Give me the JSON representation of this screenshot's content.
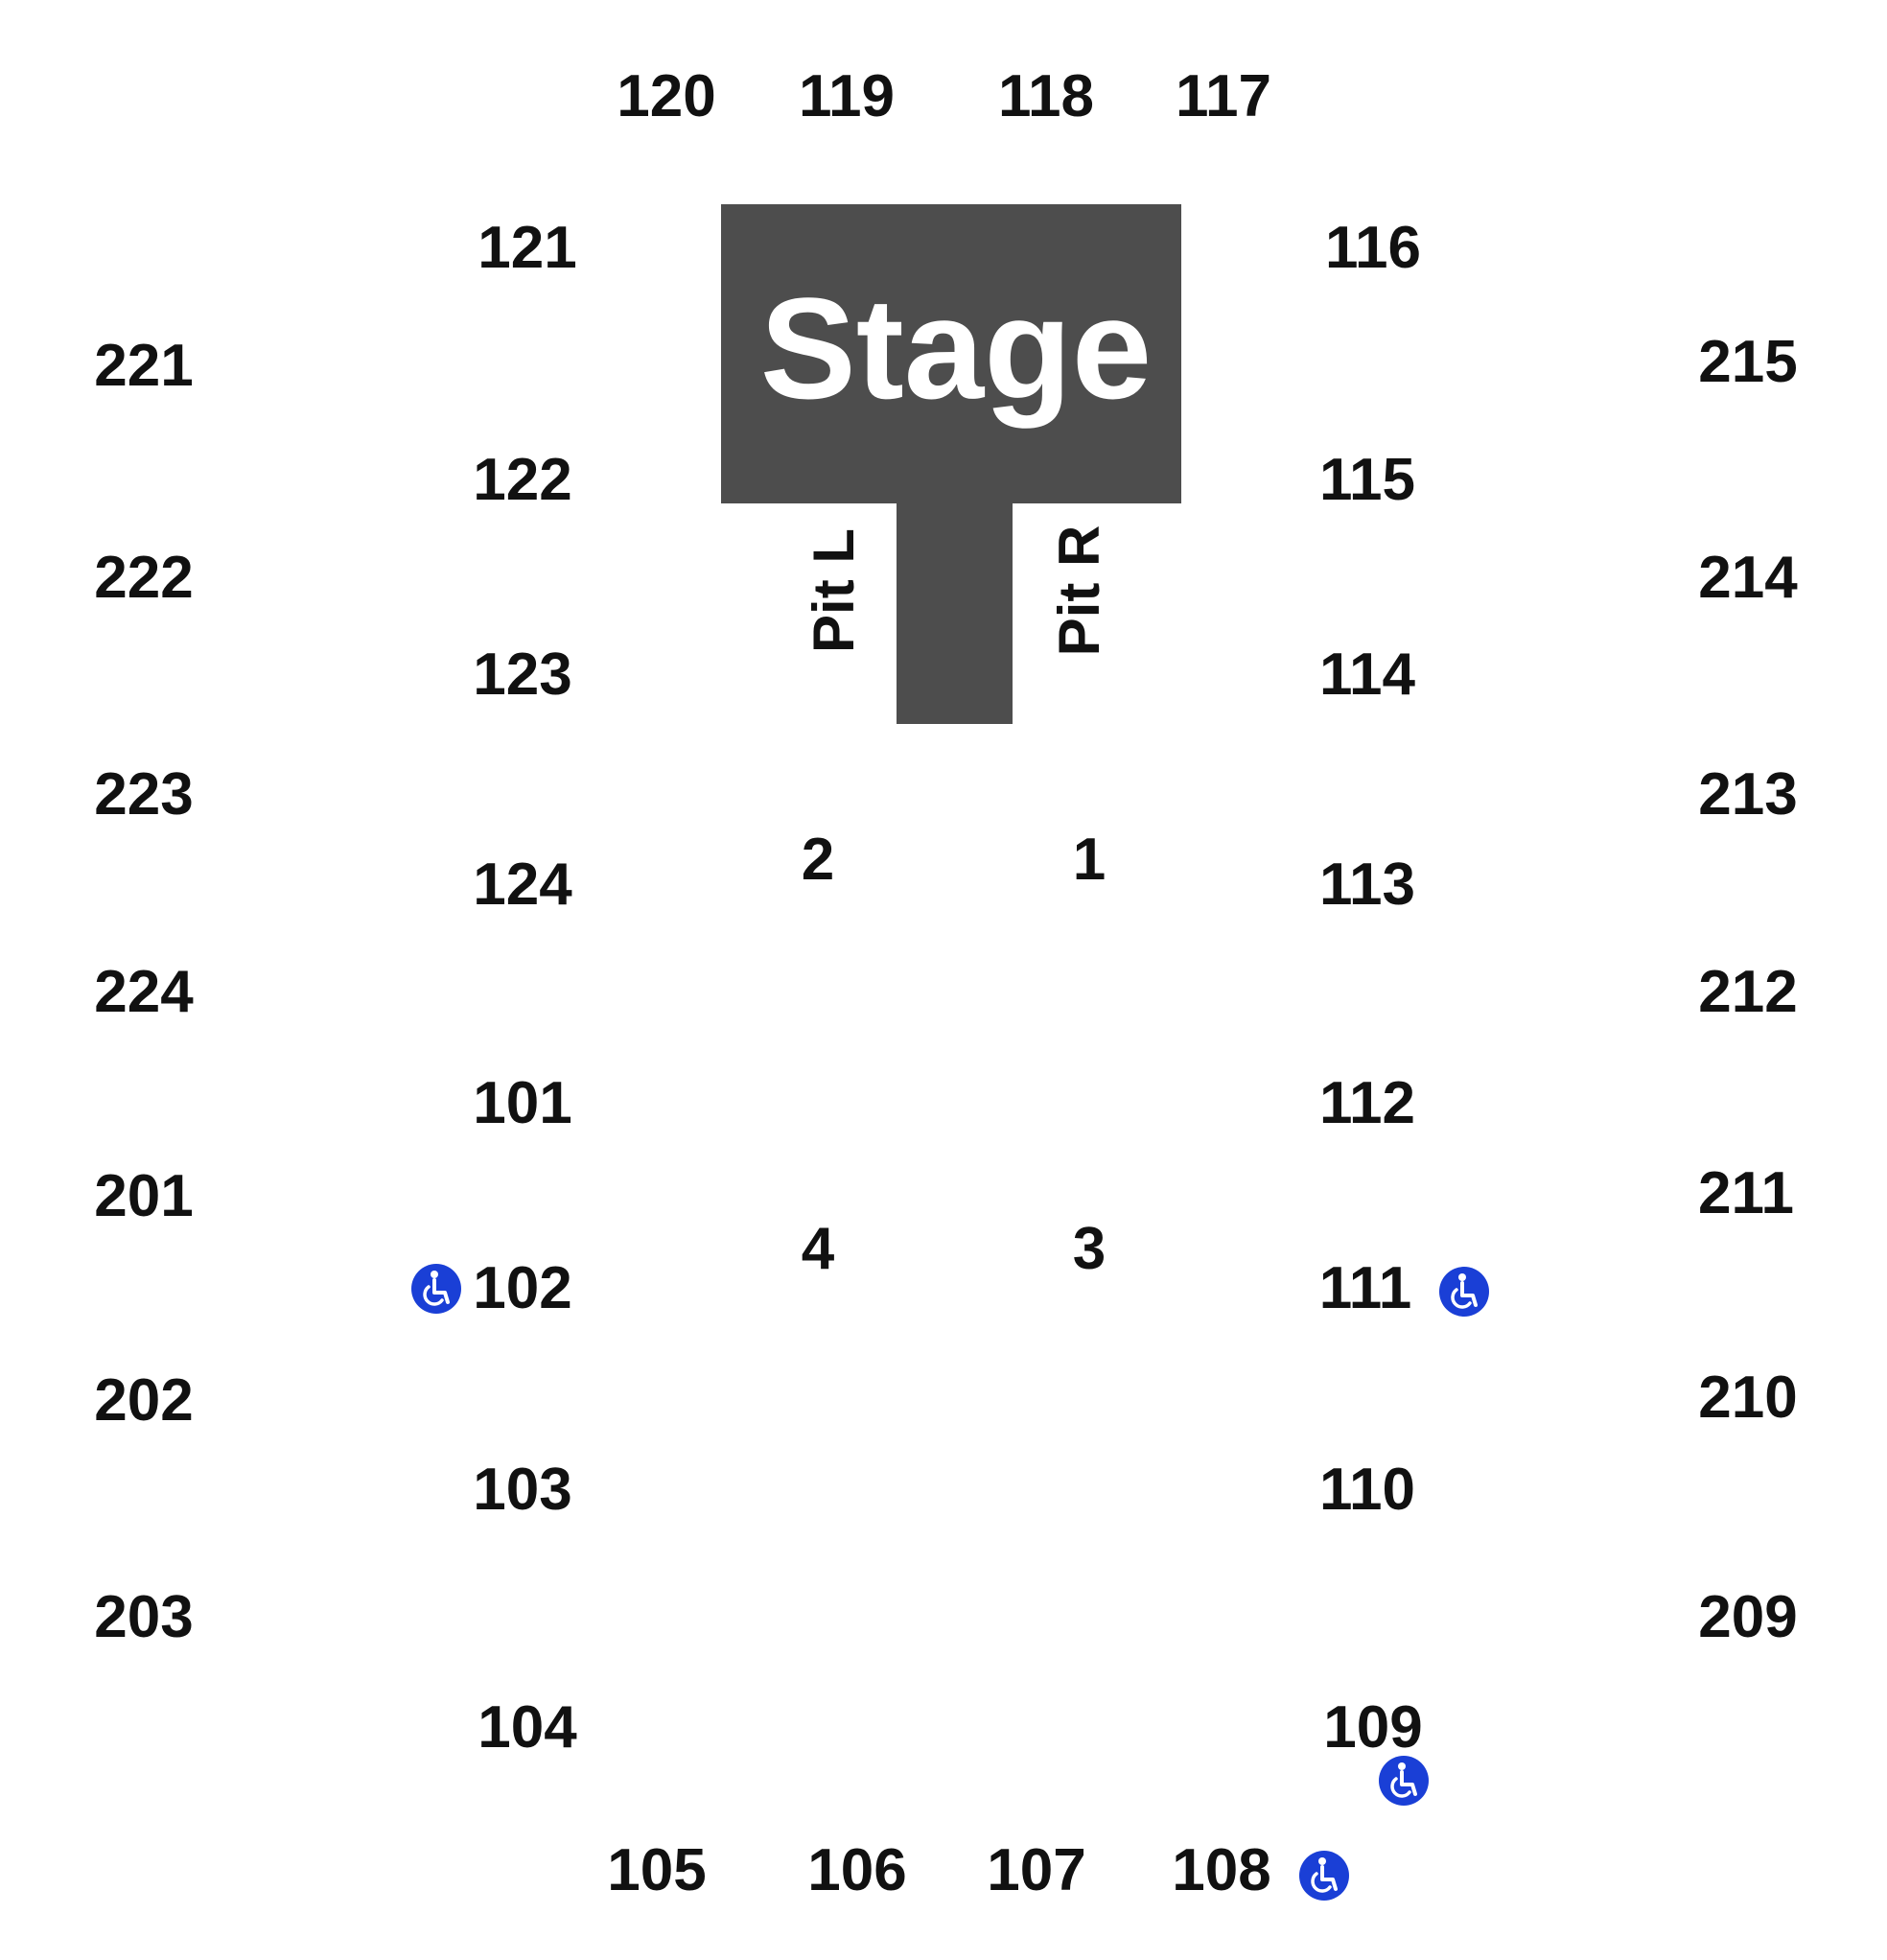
{
  "stage": {
    "label": "Stage",
    "color": "#4d4d4d",
    "label_color": "#ffffff"
  },
  "pits": {
    "left": "Pit L",
    "right": "Pit R"
  },
  "floor_sections": [
    "2",
    "1",
    "4",
    "3"
  ],
  "lower_sections": {
    "top": [
      "120",
      "119",
      "118",
      "117"
    ],
    "left": [
      "121",
      "122",
      "123",
      "124",
      "101",
      "102",
      "103",
      "104"
    ],
    "right": [
      "116",
      "115",
      "114",
      "113",
      "112",
      "111",
      "110",
      "109"
    ],
    "bottom": [
      "105",
      "106",
      "107",
      "108"
    ]
  },
  "upper_sections": {
    "left": [
      "221",
      "222",
      "223",
      "224",
      "201",
      "202",
      "203"
    ],
    "right": [
      "215",
      "214",
      "213",
      "212",
      "211",
      "210",
      "209"
    ]
  },
  "accessibility": {
    "icon": "wheelchair-icon",
    "color": "#1a3fd6",
    "near_sections": [
      "102",
      "111",
      "109",
      "108"
    ]
  }
}
